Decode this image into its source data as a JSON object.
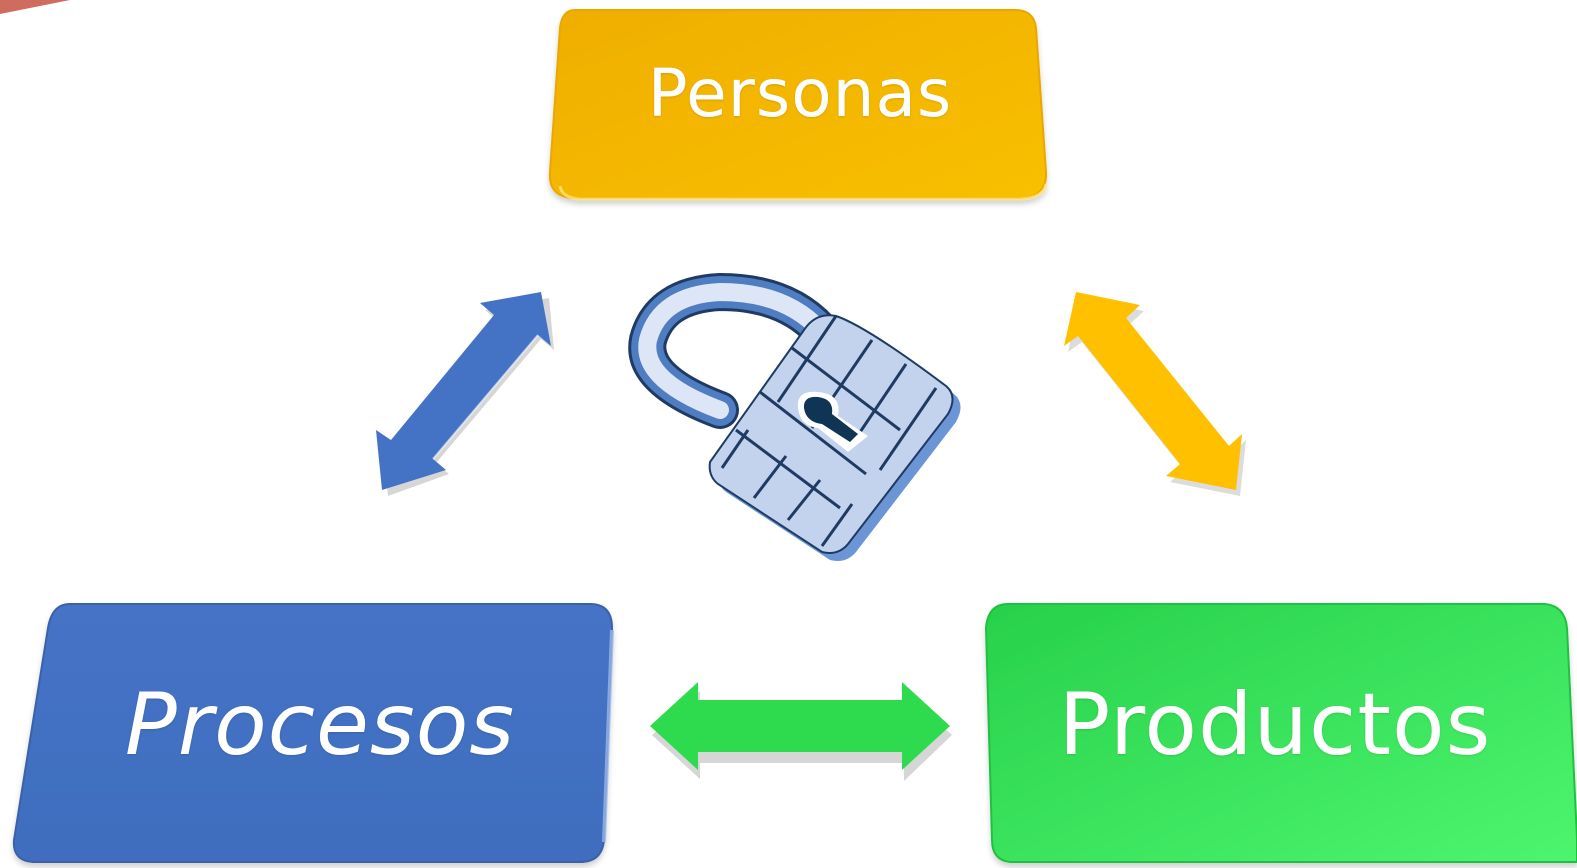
{
  "diagram": {
    "nodes": {
      "personas": {
        "label": "Personas",
        "color": "#F2B500"
      },
      "procesos": {
        "label": "Procesos",
        "color": "#4472C4"
      },
      "productos": {
        "label": "Productos",
        "color": "#2ED94F"
      }
    },
    "edges": [
      {
        "from": "personas",
        "to": "procesos",
        "color": "#4472C4",
        "direction": "bidirectional"
      },
      {
        "from": "personas",
        "to": "productos",
        "color": "#FFC000",
        "direction": "bidirectional"
      },
      {
        "from": "procesos",
        "to": "productos",
        "color": "#2EDB4F",
        "direction": "bidirectional"
      }
    ],
    "center_icon": "padlock-icon",
    "colors": {
      "lock_body": "#C3D3EE",
      "lock_outline": "#1F3B63",
      "lock_shackle": "#4F7DC2",
      "keyhole": "#0F3454"
    }
  }
}
